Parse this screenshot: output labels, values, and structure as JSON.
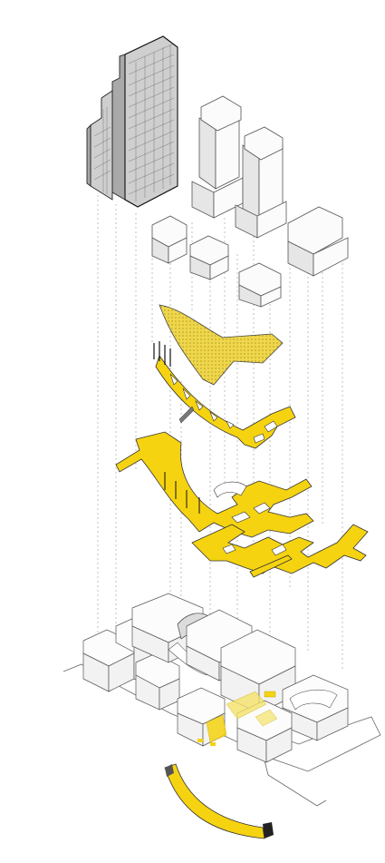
{
  "diagram": {
    "layers": [
      {
        "id": "towers",
        "kind": "buildings"
      },
      {
        "id": "canopy",
        "kind": "yellow-surface"
      },
      {
        "id": "upper-level",
        "kind": "yellow-path"
      },
      {
        "id": "mid-level",
        "kind": "yellow-path"
      },
      {
        "id": "base-block",
        "kind": "buildings"
      },
      {
        "id": "ground-path",
        "kind": "yellow-path"
      }
    ],
    "colors": {
      "accent": "#f5d310",
      "outline": "#333333",
      "background": "#ffffff",
      "dashed_guides": "#9a9a9a"
    }
  }
}
